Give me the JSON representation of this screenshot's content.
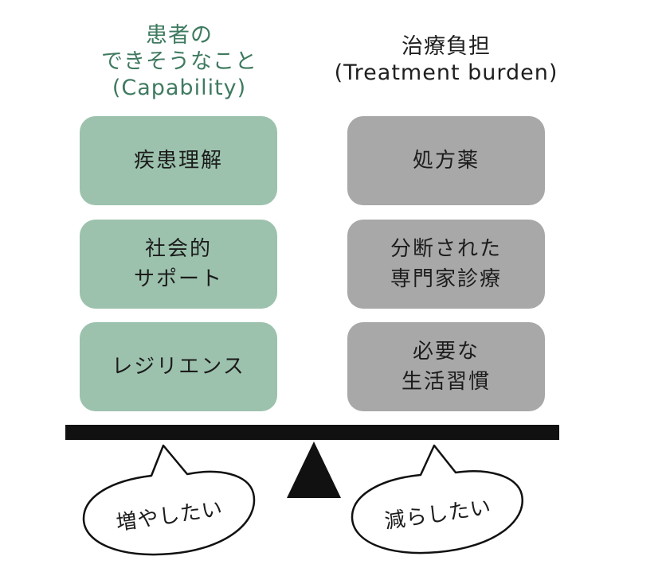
{
  "capability": {
    "title_lines": [
      "患者の",
      "できそうなこと",
      "(Capability)"
    ],
    "items": [
      {
        "lines": [
          "疾患理解"
        ]
      },
      {
        "lines": [
          "社会的",
          "サポート"
        ]
      },
      {
        "lines": [
          "レジリエンス"
        ]
      }
    ],
    "bubble": "増やしたい"
  },
  "burden": {
    "title_lines": [
      "治療負担",
      "(Treatment burden)"
    ],
    "items": [
      {
        "lines": [
          "処方薬"
        ]
      },
      {
        "lines": [
          "分断された",
          "専門家診療"
        ]
      },
      {
        "lines": [
          "必要な",
          "生活習慣"
        ]
      }
    ],
    "bubble": "減らしたい"
  },
  "colors": {
    "capability_fill": "#9cc2ad",
    "capability_title": "#3f7a60",
    "burden_fill": "#a8a8a8",
    "beam": "#111111"
  }
}
